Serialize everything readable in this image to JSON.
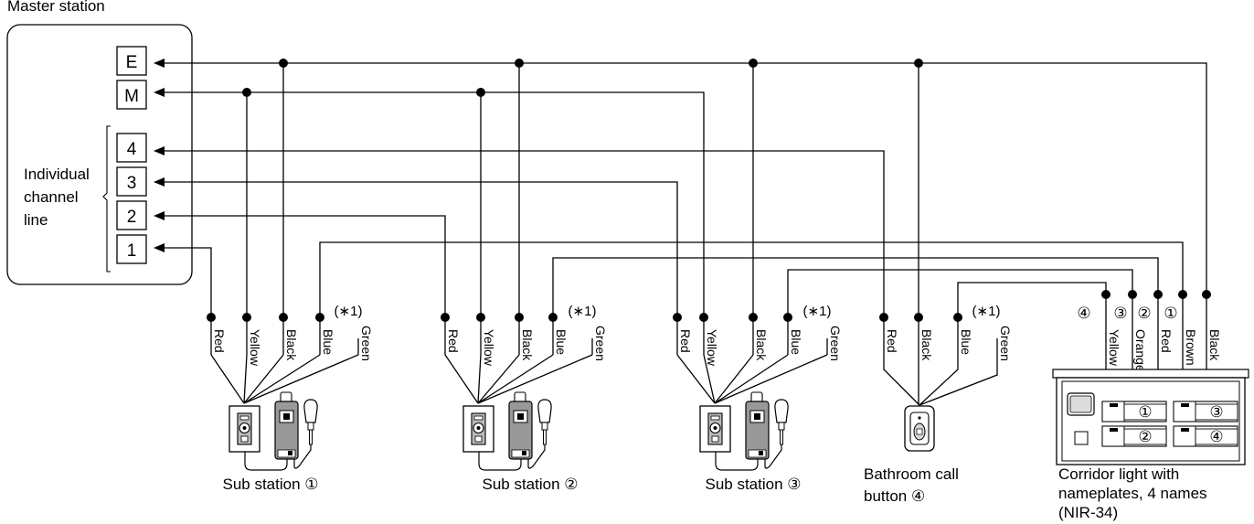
{
  "master": {
    "title": "Master station",
    "terminals": {
      "E": "E",
      "M": "M",
      "t4": "4",
      "t3": "3",
      "t2": "2",
      "t1": "1"
    },
    "group_label": [
      "Individual",
      "channel",
      "line"
    ]
  },
  "substations": [
    {
      "wires": [
        "Red",
        "Yellow",
        "Black",
        "Blue",
        "Green"
      ],
      "note": "(∗1)",
      "caption": "Sub station ①"
    },
    {
      "wires": [
        "Red",
        "Yellow",
        "Black",
        "Blue",
        "Green"
      ],
      "note": "(∗1)",
      "caption": "Sub station ②"
    },
    {
      "wires": [
        "Red",
        "Yellow",
        "Black",
        "Blue",
        "Green"
      ],
      "note": "(∗1)",
      "caption": "Sub station ③"
    }
  ],
  "bathroom": {
    "wires": [
      "Red",
      "Black",
      "Blue",
      "Green"
    ],
    "note": "(∗1)",
    "caption": [
      "Bathroom call",
      "button ④"
    ]
  },
  "corridor": {
    "wire_numbers": [
      "④",
      "③",
      "②",
      "①"
    ],
    "wires": [
      "Yellow",
      "Orange",
      "Red",
      "Brown",
      "Black"
    ],
    "plates": [
      "①",
      "③",
      "②",
      "④"
    ],
    "caption": [
      "Corridor light with",
      "nameplates, 4 names",
      "(NIR-34)"
    ]
  },
  "colors": {
    "line": "#000000",
    "background": "#ffffff",
    "device_fill": "#e8e8e8"
  }
}
